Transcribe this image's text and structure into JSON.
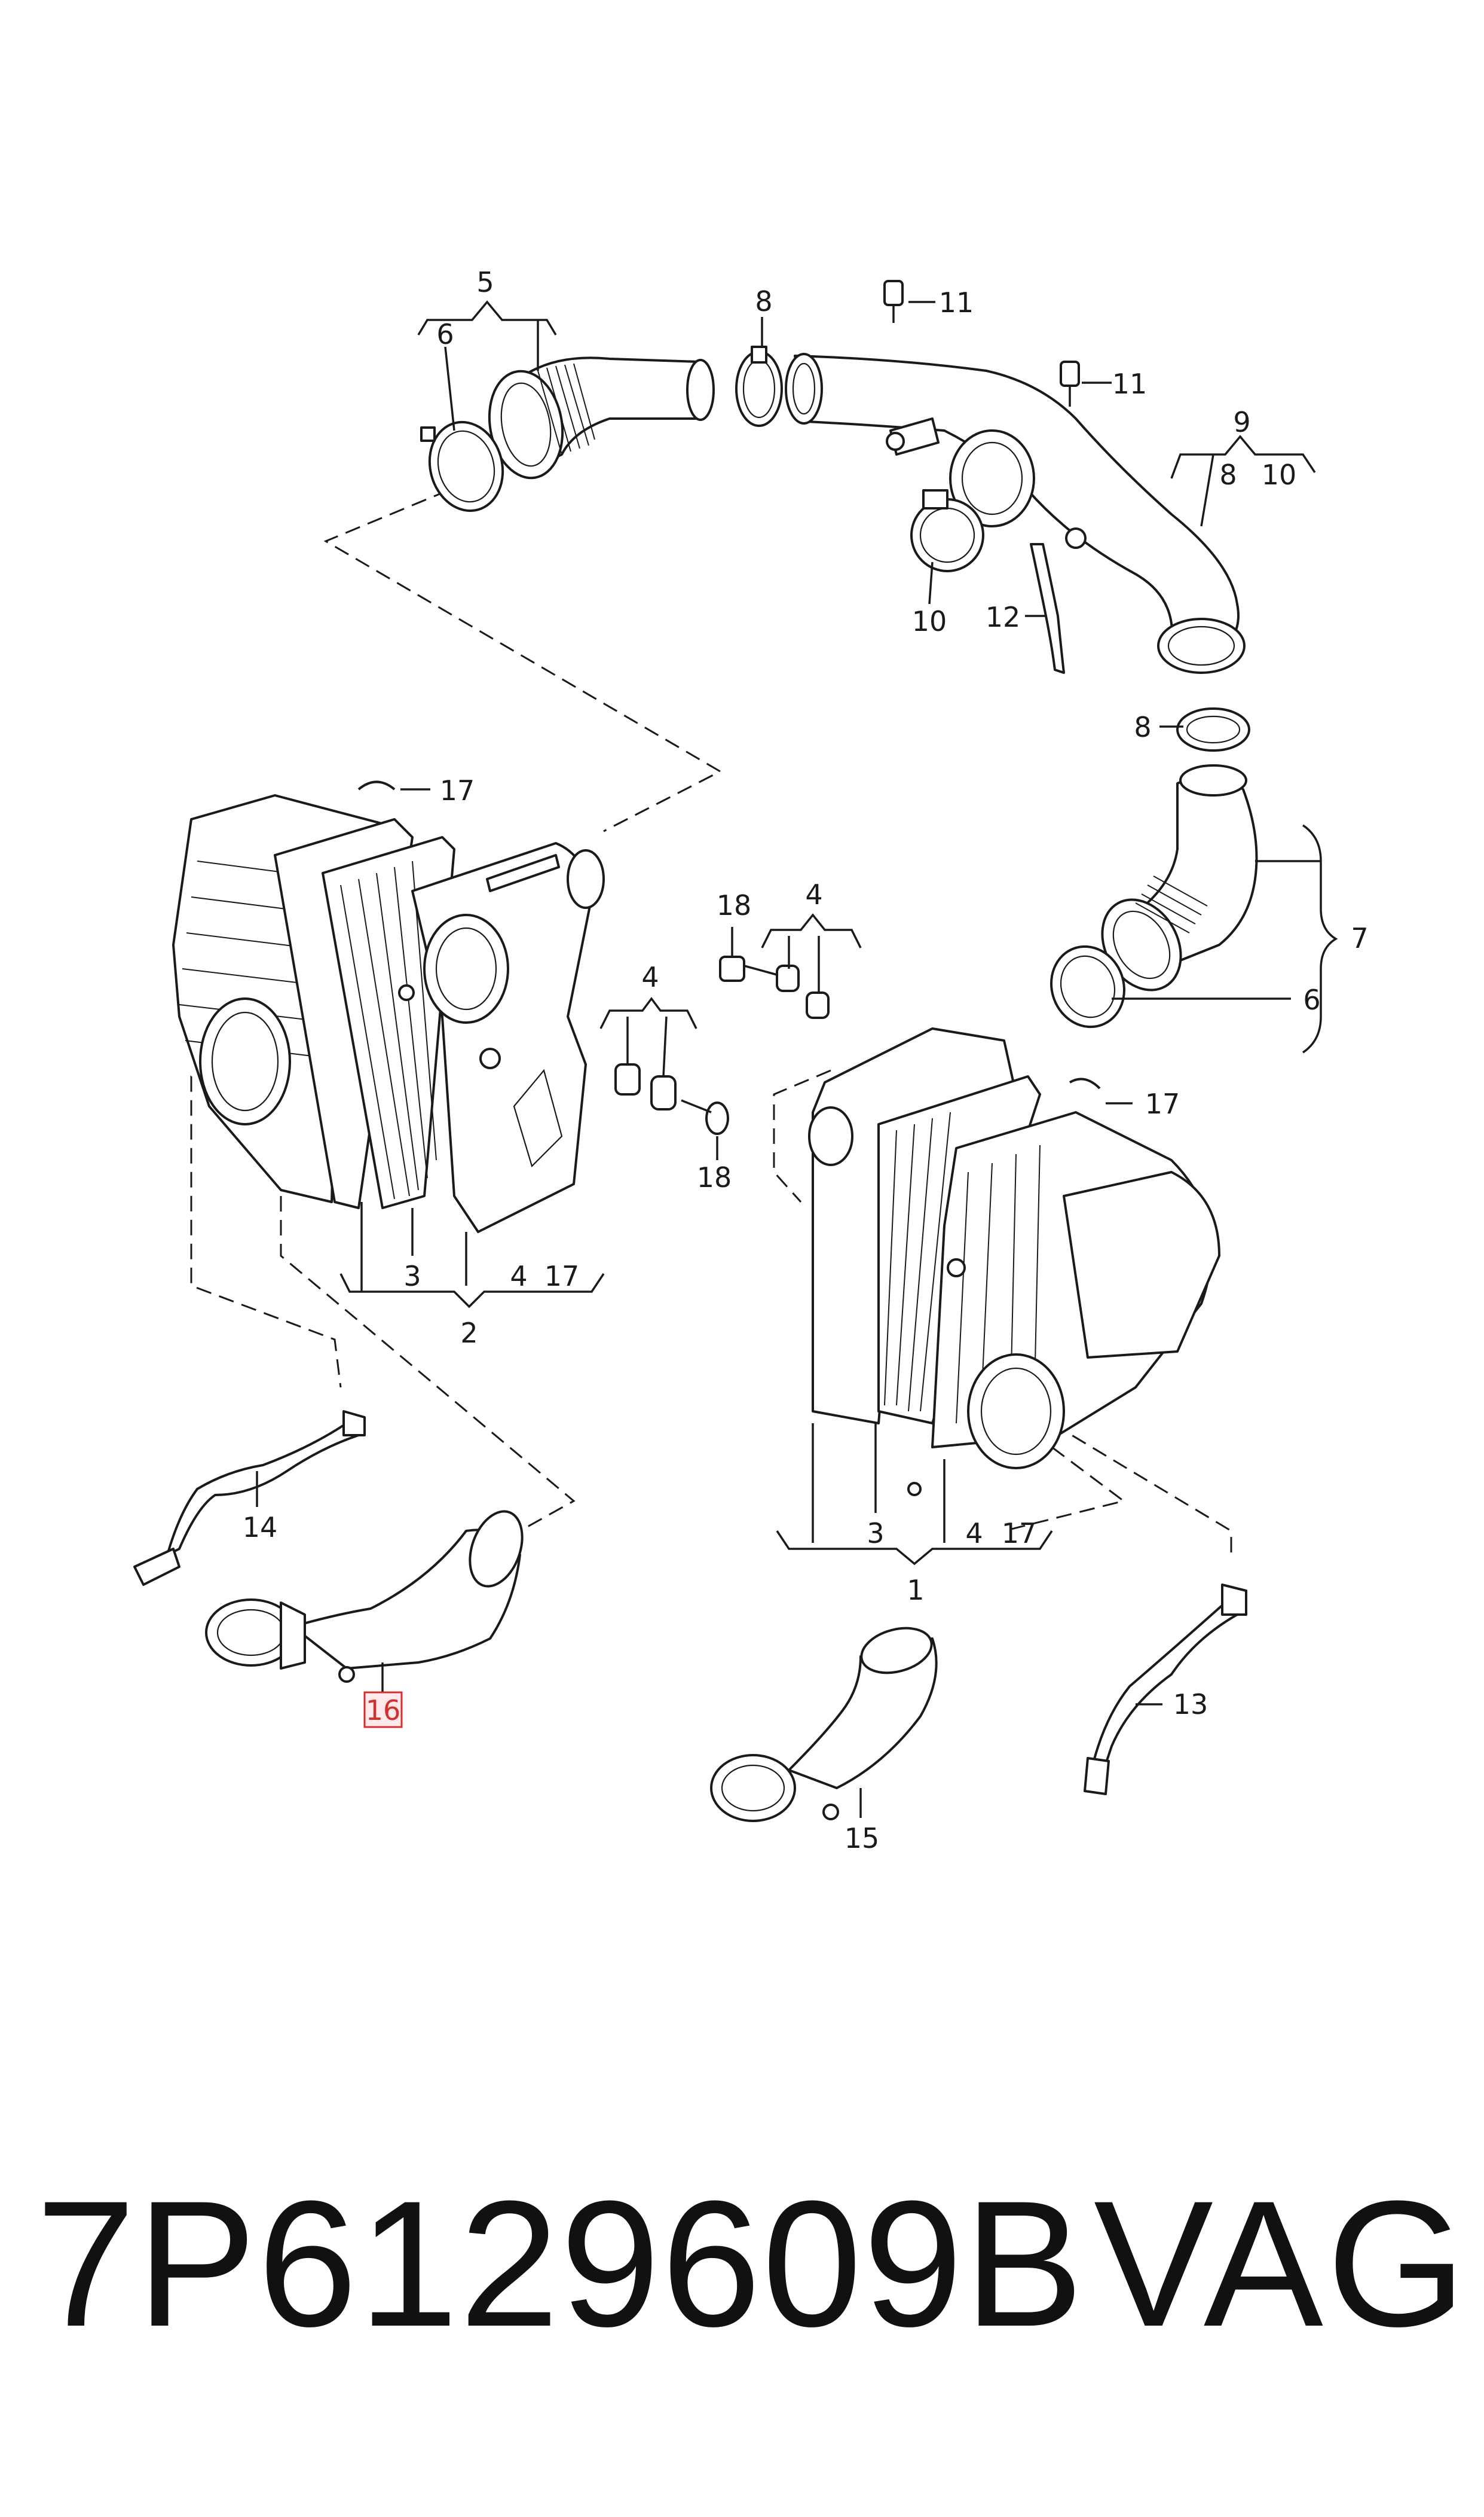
{
  "diagram": {
    "callouts": {
      "c1": "1",
      "c2": "2",
      "c3a": "3",
      "c3b": "3",
      "c4a": "4",
      "c4b": "4",
      "c4c": "4",
      "c4d": "4",
      "c5": "5",
      "c6a": "6",
      "c6b": "6",
      "c7": "7",
      "c8a": "8",
      "c8b": "8",
      "c8c": "8",
      "c9": "9",
      "c10a": "10",
      "c10b": "10",
      "c11a": "11",
      "c11b": "11",
      "c12": "12",
      "c13": "13",
      "c14": "14",
      "c15": "15",
      "c16": "16",
      "c17a": "17",
      "c17b": "17",
      "c17c": "17",
      "c17d": "17",
      "c18a": "18",
      "c18b": "18"
    },
    "highlighted_callout": "16",
    "highlight_color": "#d32f2f"
  },
  "footer": {
    "part_number": "7P6129609B",
    "brand": "VAG"
  }
}
